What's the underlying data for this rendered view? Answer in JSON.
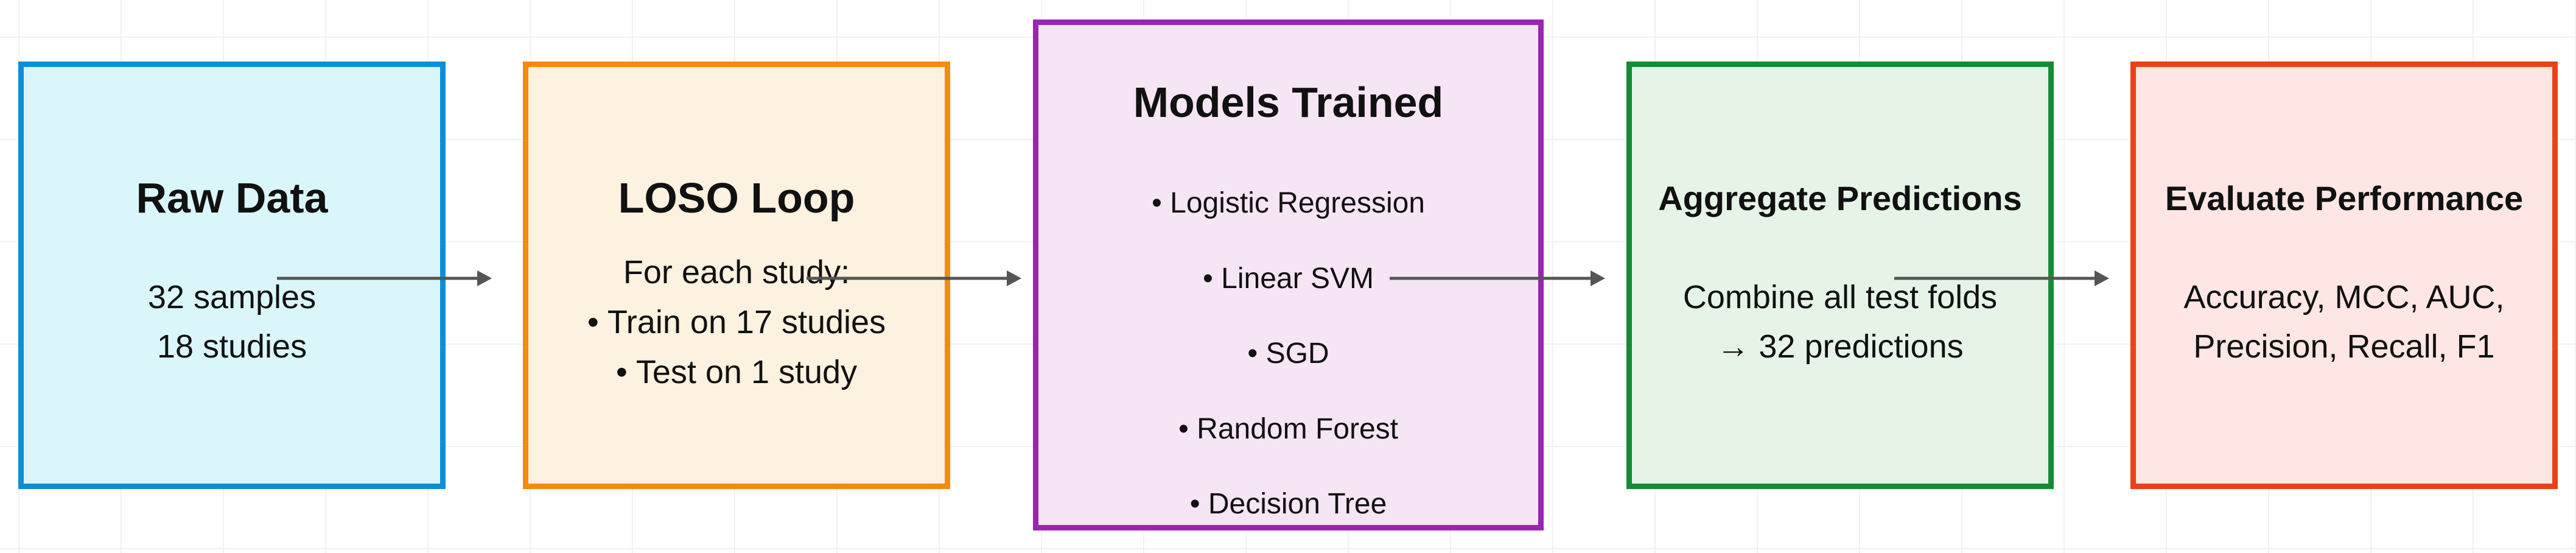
{
  "boxes": [
    {
      "id": "raw-data",
      "title": "Raw Data",
      "lines": [
        "32 samples",
        "18 studies"
      ],
      "fill": "#daf6fb",
      "stroke": "#0d8fd8"
    },
    {
      "id": "loso-loop",
      "title": "LOSO Loop",
      "lines": [
        "For each study:",
        "• Train on 17 studies",
        "• Test on 1 study"
      ],
      "fill": "#fdf1df",
      "stroke": "#f68a0e"
    },
    {
      "id": "models-trained",
      "title": "Models Trained",
      "lines": [
        "• Logistic Regression",
        "• Linear SVM",
        "• SGD",
        "• Random Forest",
        "• Decision Tree"
      ],
      "fill": "#f6e5f4",
      "stroke": "#9a24b3"
    },
    {
      "id": "aggregate-predictions",
      "title": "Aggregate Predictions",
      "lines": [
        "Combine all test folds",
        "→ 32 predictions"
      ],
      "fill": "#e5f4e6",
      "stroke": "#158c34"
    },
    {
      "id": "evaluate-performance",
      "title": "Evaluate Performance",
      "lines": [
        "Accuracy, MCC, AUC,",
        "Precision, Recall, F1"
      ],
      "fill": "#fde6e3",
      "stroke": "#ec4019"
    }
  ],
  "arrow_color": "#555555"
}
